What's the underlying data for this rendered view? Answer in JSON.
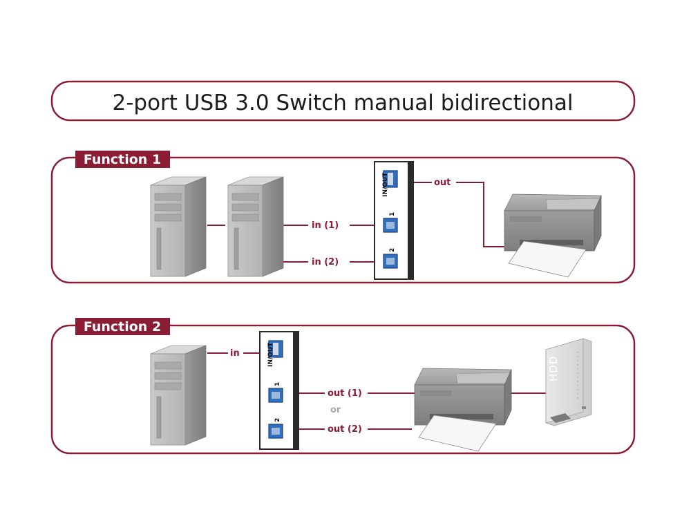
{
  "title": "2-port USB 3.0 Switch manual bidirectional",
  "colors": {
    "accent": "#8a1c34",
    "frame": "#8a1c34",
    "device_grey": "#bfbfbf",
    "usb_blue": "#2e6fc0"
  },
  "function1": {
    "tab_label": "Function 1",
    "port_inout": "IN/OUT",
    "port_1": "1",
    "port_2": "2",
    "label_out": "out",
    "label_in1": "in (1)",
    "label_in2": "in (2)",
    "icons": [
      "computer-tower-icon",
      "computer-tower-icon",
      "usb-switch-icon",
      "printer-icon"
    ]
  },
  "function2": {
    "tab_label": "Function 2",
    "port_inout": "IN/OUT",
    "port_1": "1",
    "port_2": "2",
    "label_in": "in",
    "label_out1": "out (1)",
    "label_or": "or",
    "label_out2": "out (2)",
    "hdd_text": "HDD",
    "icons": [
      "computer-tower-icon",
      "usb-switch-icon",
      "printer-icon",
      "external-hdd-icon"
    ]
  }
}
